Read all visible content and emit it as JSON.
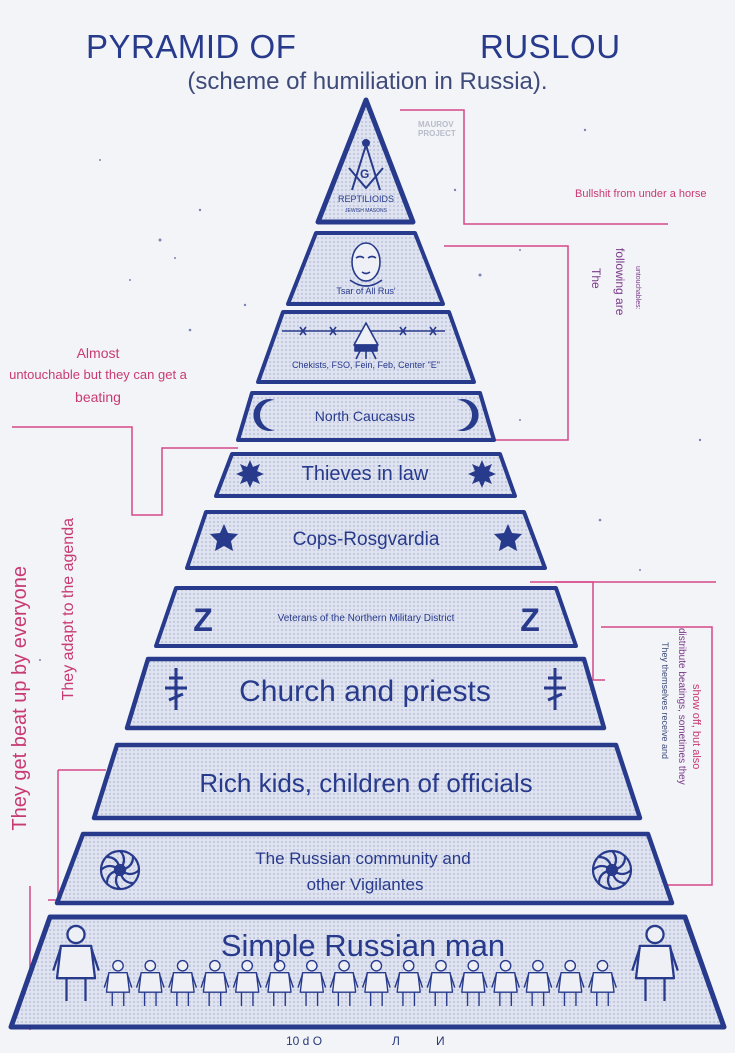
{
  "title": {
    "left": "PYRAMID OF",
    "right": "RUSLOU"
  },
  "subtitle": "(scheme of humiliation in Russia).",
  "watermark": [
    "MAUROV",
    "PROJECT"
  ],
  "tiers": [
    {
      "label": "REPTILIOIDS",
      "sublabel": "JEWISH MASONS",
      "icon": "masonic-compass-icon"
    },
    {
      "label": "Tsar of All Rus'",
      "icon": "tsar-portrait-icon"
    },
    {
      "label": "Chekists, FSO, Fein, Feb, Center \"E\"",
      "icon": "watchtower-barbed-wire-icon"
    },
    {
      "label": "North Caucasus",
      "icon": "crescent-moon-icon"
    },
    {
      "label": "Thieves in law",
      "icon": "eight-pointed-star-icon"
    },
    {
      "label": "Cops-Rosgvardia",
      "icon": "police-star-icon"
    },
    {
      "label": "Veterans of the Northern Military District",
      "icon": "z-letter-icon"
    },
    {
      "label": "Church and priests",
      "icon": "orthodox-cross-icon"
    },
    {
      "label": "Rich kids, children of officials",
      "icon": ""
    },
    {
      "label": "The Russian community and",
      "label2": "other Vigilantes",
      "icon": "kolovrat-icon"
    },
    {
      "label": "Simple Russian man",
      "icon": "peasant-figure-icon"
    }
  ],
  "annotations": {
    "bullshit": "Bullshit from under a horse",
    "untouchable_the": "The",
    "untouchable_following": "following are",
    "untouchable_small": "untouchables:",
    "almost": [
      "Almost",
      "untouchable but they can get a",
      "beating"
    ],
    "adapt": "They adapt to the agenda",
    "beat_up": "They get beat up by everyone",
    "show_off": "show off, but also",
    "distribute": "distribute beatings, sometimes they",
    "receive": "They themselves receive and"
  },
  "footer": [
    "10 d O",
    "Л",
    "И"
  ],
  "colors": {
    "ink": "#273a8c",
    "pink": "#d6488a",
    "purple": "#8a3a94",
    "band": "#dfe3ef",
    "paper": "#f3f4f7"
  }
}
